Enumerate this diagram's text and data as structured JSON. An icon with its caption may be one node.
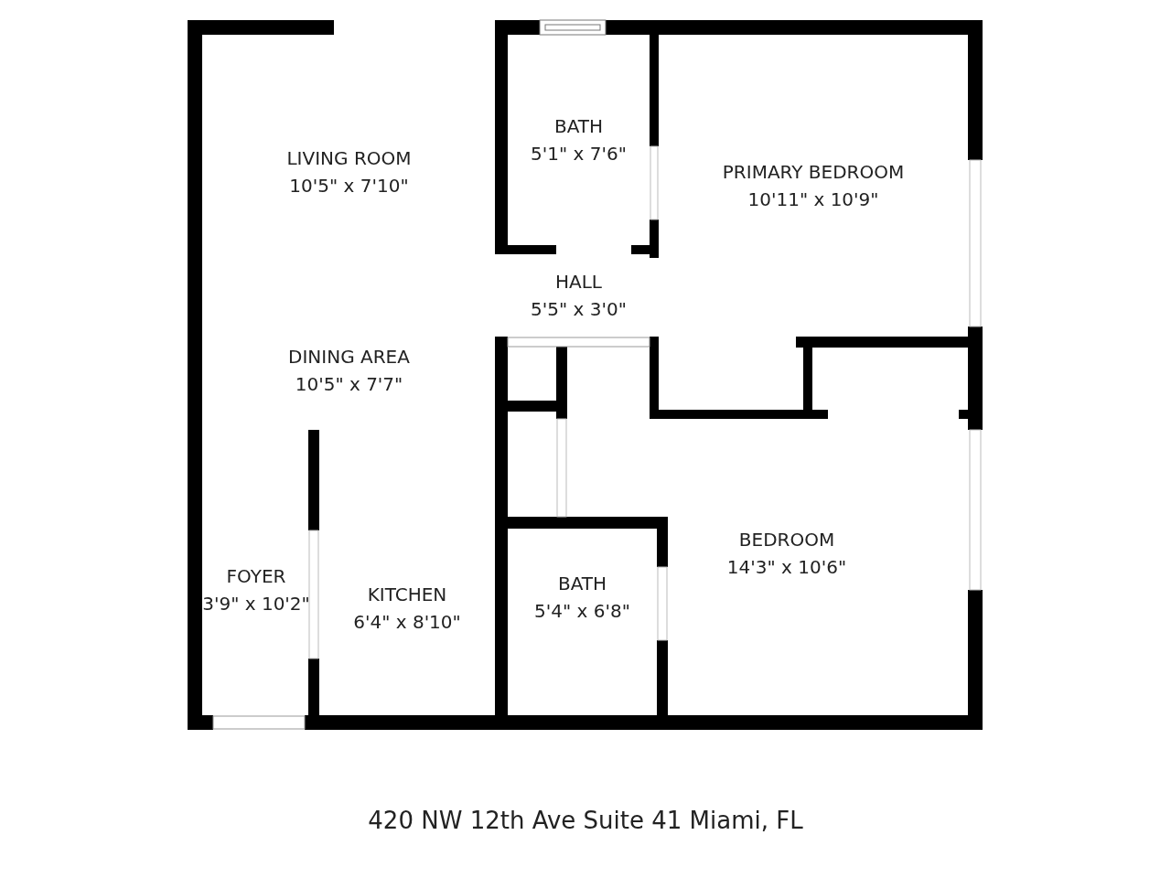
{
  "diagram": {
    "caption": "420 NW 12th Ave Suite 41 Miami, FL",
    "nodes": [
      {
        "text": [
          "LIVING ROOM",
          "10'5\" x 7'10\""
        ]
      },
      {
        "text": [
          "BATH",
          "5'1\" x 7'6\""
        ]
      },
      {
        "text": [
          "PRIMARY BEDROOM",
          "10'11\" x 10'9\""
        ]
      },
      {
        "text": [
          "HALL",
          "5'5\" x 3'0\""
        ]
      },
      {
        "text": [
          "DINING AREA",
          "10'5\" x 7'7\""
        ]
      },
      {
        "text": [
          "FOYER",
          "3'9\" x 10'2\""
        ]
      },
      {
        "text": [
          "KITCHEN",
          "6'4\" x 8'10\""
        ]
      },
      {
        "text": [
          "BATH",
          "5'4\" x 6'8\""
        ]
      },
      {
        "text": [
          "BEDROOM",
          "14'3\" x 10'6\""
        ]
      }
    ]
  }
}
